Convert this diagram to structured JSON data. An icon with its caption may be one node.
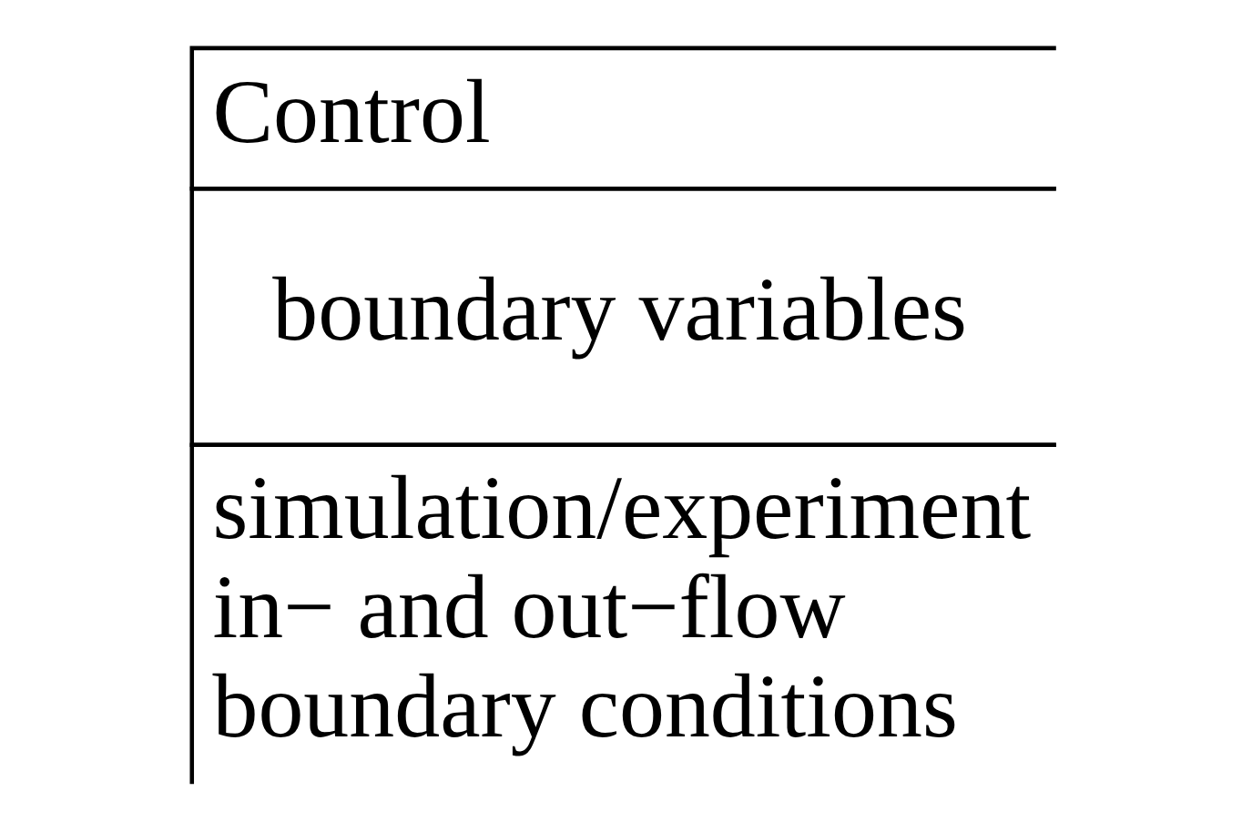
{
  "diagram": {
    "nodes": [
      {
        "text": [
          "Control",
          "boundary variables",
          "simulation/experiment in− and out−flow boundary conditions"
        ]
      }
    ]
  }
}
